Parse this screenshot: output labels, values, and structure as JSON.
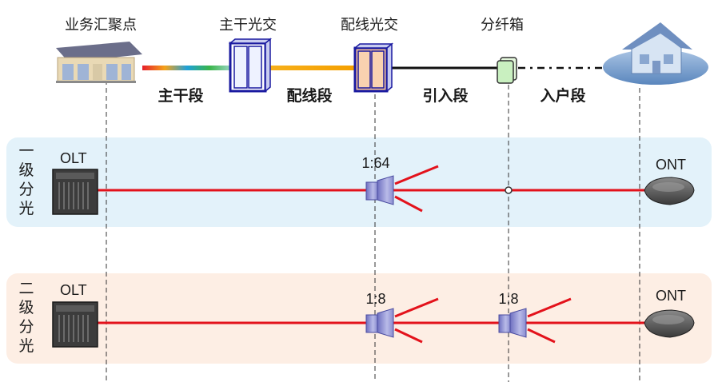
{
  "top_nodes": {
    "aggregation_point": "业务汇聚点",
    "trunk_cross_connect": "主干光交",
    "distribution_cross_connect": "配线光交",
    "splitter_box": "分纤箱"
  },
  "segments": {
    "trunk": "主干段",
    "distribution": "配线段",
    "drop": "引入段",
    "home": "入户段"
  },
  "rows": [
    {
      "label_chars": [
        "一",
        "级",
        "分",
        "光"
      ],
      "olt": "OLT",
      "ont": "ONT",
      "splitters": [
        "1:64"
      ]
    },
    {
      "label_chars": [
        "二",
        "级",
        "分",
        "光"
      ],
      "olt": "OLT",
      "ont": "ONT",
      "splitters": [
        "1:8",
        "1:8"
      ]
    }
  ],
  "colors": {
    "fiber_red": "#e3121b",
    "row1_band": "#e3f2fa",
    "row2_band": "#fdeee4",
    "drop_line": "#111111",
    "cabinet_blue": "#1a1aa0"
  }
}
